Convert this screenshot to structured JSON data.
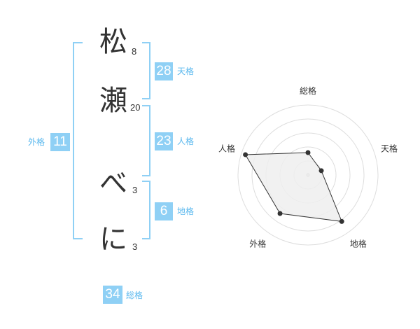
{
  "name": {
    "chars": [
      {
        "char": "松",
        "strokes": "8"
      },
      {
        "char": "瀬",
        "strokes": "20"
      },
      {
        "char": "べ",
        "strokes": "3"
      },
      {
        "char": "に",
        "strokes": "3"
      }
    ]
  },
  "fortune": {
    "tenkaku": {
      "value": "28",
      "label": "天格"
    },
    "jinkaku": {
      "value": "23",
      "label": "人格"
    },
    "chikaku": {
      "value": "6",
      "label": "地格"
    },
    "gaikaku": {
      "value": "11",
      "label": "外格"
    },
    "soukaku": {
      "value": "34",
      "label": "総格"
    }
  },
  "chart_data": {
    "type": "radar",
    "axes": [
      "総格",
      "天格",
      "地格",
      "外格",
      "人格"
    ],
    "values": [
      1.6,
      1.0,
      4.1,
      3.4,
      4.7
    ],
    "scale_max": 5,
    "rings": 5,
    "colors": {
      "fill": "#eeeeee",
      "line": "#333333",
      "grid": "#dddddd"
    }
  }
}
